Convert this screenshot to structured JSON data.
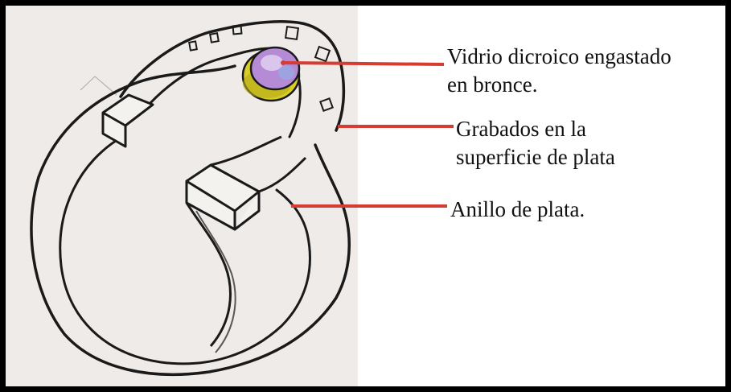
{
  "diagram": {
    "labels": [
      {
        "id": "vidrio",
        "text": "Vidrio dicroico engastado\nen bronce."
      },
      {
        "id": "grabados",
        "text": "Grabados en la\nsuperficie de plata"
      },
      {
        "id": "anillo",
        "text": "Anillo de plata."
      }
    ],
    "colors": {
      "leader_line": "#d63c33",
      "outline": "#1a1a1a",
      "paper": "#f1efec",
      "gem": "#b58bd6",
      "bezel": "#c9c000"
    }
  }
}
